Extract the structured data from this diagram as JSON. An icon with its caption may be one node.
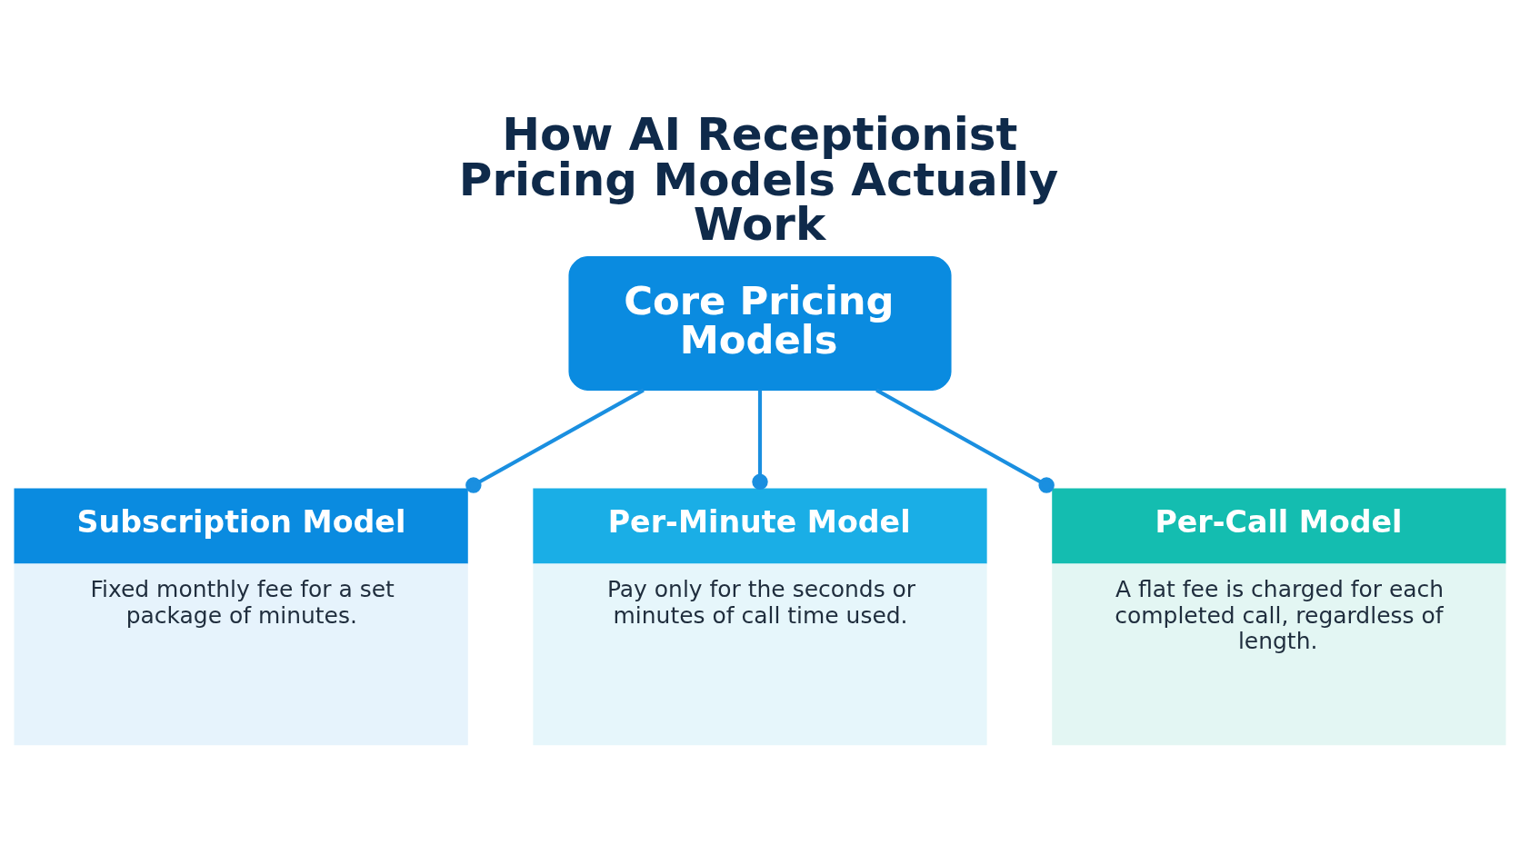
{
  "diagram": {
    "title": "How AI Receptionist Pricing Models Actually Work",
    "nodes": [
      {
        "text": [
          "Core Pricing Models"
        ]
      },
      {
        "text": [
          "Subscription Model",
          "Fixed monthly fee for a set package of minutes."
        ]
      },
      {
        "text": [
          "Per-Minute Model",
          "Pay only for the seconds or minutes of call time used."
        ]
      },
      {
        "text": [
          "Per-Call Model",
          "A flat fee is charged for each completed call, regardless of length."
        ]
      }
    ],
    "edges": [
      {
        "from": 0,
        "to": 1,
        "arrow": "other"
      },
      {
        "from": 0,
        "to": 2,
        "arrow": "other"
      },
      {
        "from": 0,
        "to": 3,
        "arrow": "other"
      }
    ]
  }
}
